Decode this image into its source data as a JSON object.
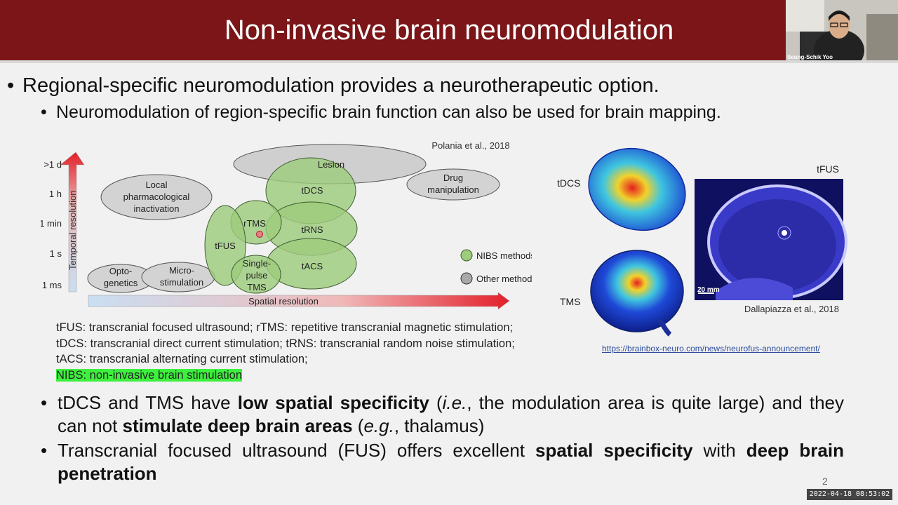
{
  "header": {
    "title": "Non-invasive brain neuromodulation",
    "presenter_name": "Seung-Schik Yoo",
    "title_bar_color": "#7b1517"
  },
  "bullets": {
    "main": "Regional-specific neuromodulation provides a neurotherapeutic option.",
    "sub": "Neuromodulation of region-specific brain function can also be used for brain mapping.",
    "b3": {
      "t1": "tDCS and TMS have ",
      "bold1": "low spatial specificity",
      "t2": " (",
      "ital1": "i.e.",
      "t3": ", the modulation area is quite large) and they can not ",
      "bold2": "stimulate deep brain areas",
      "t4": " (",
      "ital2": "e.g.",
      "t5": ", thalamus)"
    },
    "b4": {
      "t1": "Transcranial focused ultrasound (FUS) offers excellent ",
      "bold1": "spatial specificity",
      "t2": " with ",
      "bold2": "deep brain penetration"
    }
  },
  "figure_left": {
    "citation": "Polania et al., 2018",
    "y_axis_label": "Temporal resolution",
    "x_axis_label": "Spatial resolution",
    "y_ticks": [
      ">1 d",
      "1 h",
      "1 min",
      "1 s",
      "1 ms"
    ],
    "ellipses": {
      "lesion": "Lesion",
      "tdcs": "tDCS",
      "trns": "tRNS",
      "tacs": "tACS",
      "rtms": "rTMS",
      "tfus": "tFUS",
      "single_pulse": [
        "Single-",
        "pulse",
        "TMS"
      ],
      "local_pharm": [
        "Local",
        "pharmacological",
        "inactivation"
      ],
      "drug": [
        "Drug",
        "manipulation"
      ],
      "opto": [
        "Opto-",
        "genetics"
      ],
      "micro": [
        "Micro-",
        "stimulation"
      ]
    },
    "legend": {
      "nibs": "NIBS methods",
      "other": "Other methods",
      "nibs_color": "#9ccc7c",
      "other_color": "#a9a9a9"
    }
  },
  "abbreviations": {
    "text": "tFUS: transcranial focused ultrasound;  rTMS: repetitive transcranial magnetic stimulation; tDCS: transcranial direct current stimulation; tRNS: transcranial random noise stimulation; tACS: transcranial alternating current stimulation;",
    "nibs": "NIBS: non-invasive brain stimulation"
  },
  "figure_right": {
    "tdcs_label": "tDCS",
    "tms_label": "TMS",
    "tfus_label": "tFUS",
    "scale_label": "20 mm",
    "citation": "Dallapiazza et al., 2018",
    "source_link": "https://brainbox-neuro.com/news/neurofus-announcement/"
  },
  "footer": {
    "page_number": "2",
    "timestamp": "2022-04-18  08:53:02"
  }
}
